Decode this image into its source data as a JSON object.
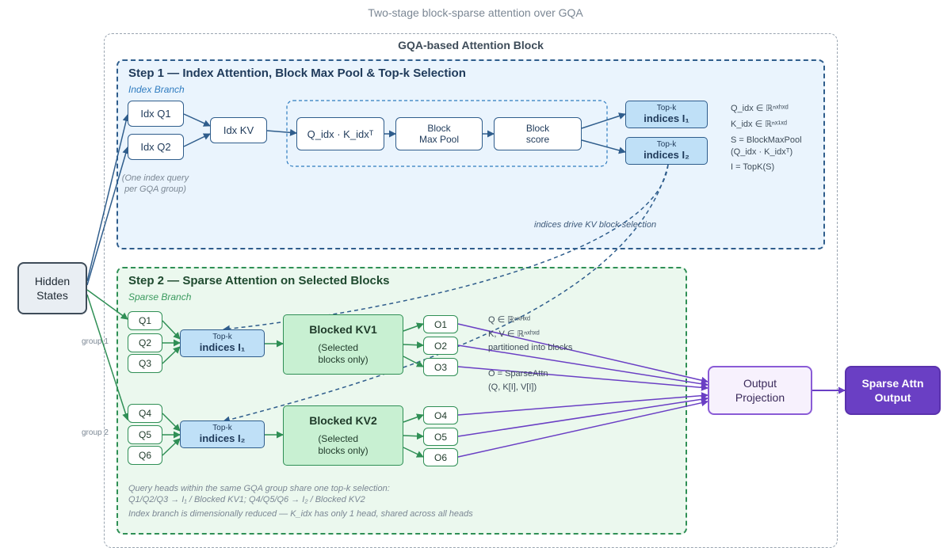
{
  "subtitle": "Two-stage block-sparse attention over GQA",
  "outer_title": "GQA-based Attention Block",
  "hidden_states": "Hidden\nStates",
  "step1": {
    "title": "Step 1 — Index Attention, Block Max Pool & Top-k Selection",
    "subtitle": "Index Branch",
    "idx_q1": "Idx Q1",
    "idx_q2": "Idx Q2",
    "idx_kv": "Idx KV",
    "qk": "Q_idx · K_idxᵀ",
    "block_max_pool": "Block\nMax Pool",
    "block_score": "Block\nscore",
    "note": "(One index query\nper GQA group)",
    "topk1": {
      "small": "Top-k",
      "big": "indices I₁"
    },
    "topk2": {
      "small": "Top-k",
      "big": "indices I₂"
    },
    "formulas": [
      "Q_idx ∈ ℝⁿˣʰˣᵈ",
      "K_idx ∈ ℝⁿˣ¹ˣᵈ",
      "S = BlockMaxPool\n(Q_idx · K_idxᵀ)",
      "I = TopK(S)"
    ]
  },
  "link_label": "indices drive KV block selection",
  "step2": {
    "title": "Step 2 — Sparse Attention on Selected Blocks",
    "subtitle": "Sparse Branch",
    "group1_label": "group 1",
    "group2_label": "group 2",
    "queries": [
      "Q1",
      "Q2",
      "Q3",
      "Q4",
      "Q5",
      "Q6"
    ],
    "topk1": {
      "small": "Top-k",
      "big": "indices I₁"
    },
    "topk2": {
      "small": "Top-k",
      "big": "indices I₂"
    },
    "kv1": {
      "title": "Blocked KV1",
      "desc": "(Selected\nblocks only)"
    },
    "kv2": {
      "title": "Blocked KV2",
      "desc": "(Selected\nblocks only)"
    },
    "outputs": [
      "O1",
      "O2",
      "O3",
      "O4",
      "O5",
      "O6"
    ],
    "formulas": [
      "Q ∈ ℝⁿˣᴴˣᵈ",
      "K, V ∈ ℝⁿˣʰˣᵈ",
      "partitioned into blocks",
      "O = SparseAttn\n(Q, K[I], V[I])"
    ],
    "notes": [
      "Query heads within the same GQA group share one top-k selection:",
      "Q1/Q2/Q3 → I₁ / Blocked KV1; Q4/Q5/Q6 → I₂ / Blocked KV2",
      "Index branch is dimensionally reduced — K_idx has only 1 head, shared across all heads"
    ]
  },
  "output_projection": "Output\nProjection",
  "final_output": "Sparse Attn\nOutput",
  "colors": {
    "index": "#2f5d8c",
    "sparse": "#2f8f55",
    "output": "#6a3fc4"
  }
}
